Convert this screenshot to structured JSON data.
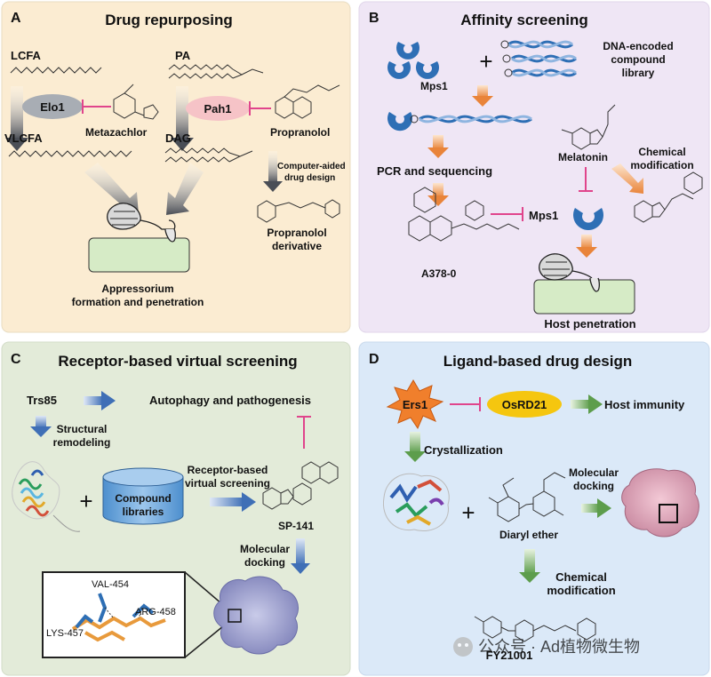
{
  "panels": {
    "a": {
      "letter": "A",
      "title": "Drug repurposing",
      "lcfa": "LCFA",
      "pa": "PA",
      "elo1": "Elo1",
      "pah1": "Pah1",
      "vlcfa": "VLCFA",
      "dag": "DAG",
      "metazachlor": "Metazachlor",
      "propranolol": "Propranolol",
      "cad1": "Computer-aided",
      "cad2": "drug design",
      "deriv1": "Propranolol",
      "deriv2": "derivative",
      "app1": "Appressorium",
      "app2": "formation and penetration",
      "colors": {
        "bg": "#fbecd2",
        "elo1": "#a8adb4",
        "pah1": "#f6c3c7",
        "inhibit": "#e0458c",
        "leaf": "#d6ebc6"
      }
    },
    "b": {
      "letter": "B",
      "title": "Affinity screening",
      "mps1_top": "Mps1",
      "library1": "DNA-encoded",
      "library2": "compound",
      "library3": "library",
      "pcr": "PCR and sequencing",
      "melatonin": "Melatonin",
      "chem1": "Chemical",
      "chem2": "modification",
      "mps1_mid": "Mps1",
      "compound": "A378-0",
      "host": "Host penetration",
      "colors": {
        "bg": "#efe6f5",
        "protein": "#2e6fb5",
        "arrow": "#eea060"
      }
    },
    "c": {
      "letter": "C",
      "title": "Receptor-based virtual screening",
      "trs85": "Trs85",
      "autophagy": "Autophagy and pathogenesis",
      "remodel1": "Structural",
      "remodel2": "remodeling",
      "libs1": "Compound",
      "libs2": "libraries",
      "rbvs1": "Receptor-based",
      "rbvs2": "virtual screening",
      "sp141": "SP-141",
      "dock1": "Molecular",
      "dock2": "docking",
      "res1": "VAL-454",
      "res2": "ARG-458",
      "res3": "LYS-457",
      "colors": {
        "bg": "#e3ebd9",
        "cylinder": "#6fa6d8",
        "arrow": "#4b79b9"
      }
    },
    "d": {
      "letter": "D",
      "title": "Ligand-based drug design",
      "ers1": "Ers1",
      "osrd21": "OsRD21",
      "immunity": "Host immunity",
      "cryst": "Crystallization",
      "dock1": "Molecular",
      "dock2": "docking",
      "diaryl": "Diaryl ether",
      "chem1": "Chemical",
      "chem2": "modification",
      "fy": "FY21001",
      "colors": {
        "bg": "#dbe9f8",
        "ers1": "#f07f2c",
        "osrd21": "#f5c60f",
        "arrow": "#7db36a",
        "surface": "#e6a9bd"
      }
    }
  },
  "watermark": "公众号 · Ad植物微生物"
}
